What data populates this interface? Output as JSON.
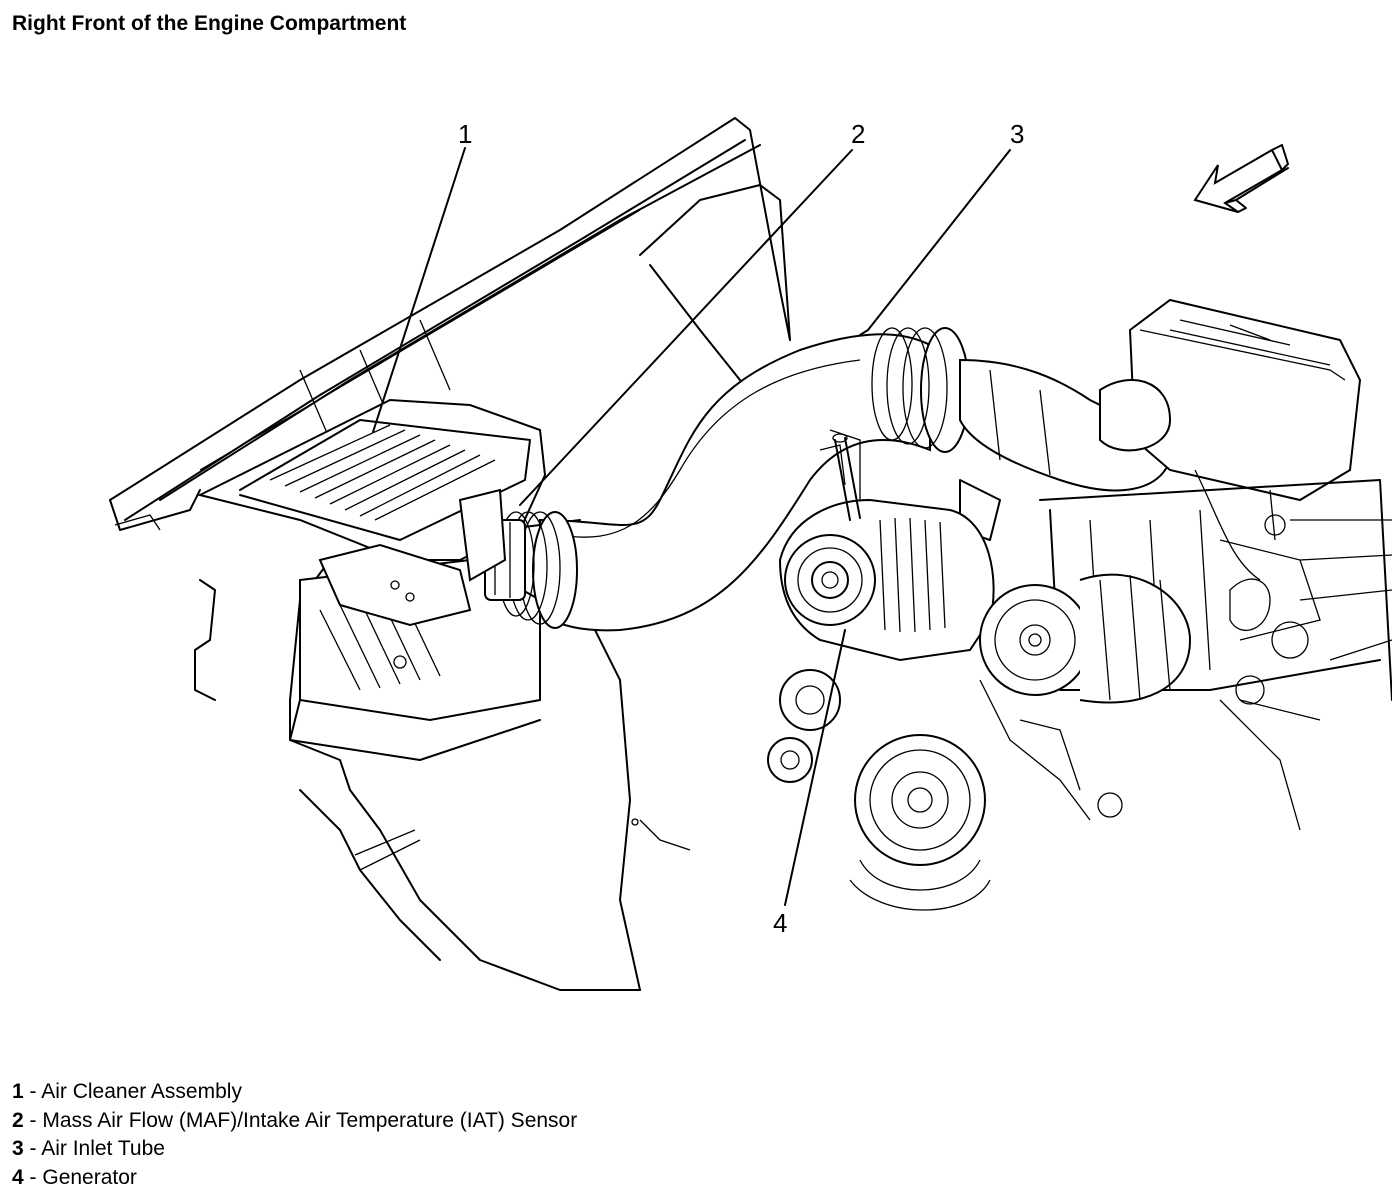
{
  "title": "Right Front of the Engine Compartment",
  "callouts": [
    "1",
    "2",
    "3",
    "4"
  ],
  "legend": [
    {
      "num": "1",
      "sep": " - ",
      "label": "Air Cleaner Assembly"
    },
    {
      "num": "2",
      "sep": " - ",
      "label": "Mass Air Flow (MAF)/Intake Air Temperature (IAT) Sensor"
    },
    {
      "num": "3",
      "sep": " - ",
      "label": "Air Inlet Tube"
    },
    {
      "num": "4",
      "sep": " - ",
      "label": "Generator"
    }
  ],
  "direction_arrow_icon": "front-direction-arrow-icon"
}
